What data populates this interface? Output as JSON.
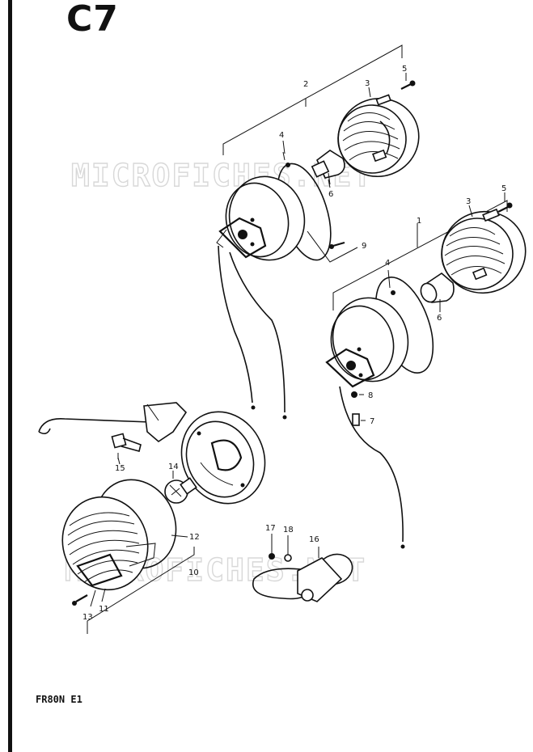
{
  "header": {
    "section_code": "C7"
  },
  "footer": {
    "model_code": "FR80N E1"
  },
  "watermark": {
    "text": "MICROFICHES.NET"
  },
  "parts": [
    {
      "ref": "1"
    },
    {
      "ref": "2"
    },
    {
      "ref": "3"
    },
    {
      "ref": "4"
    },
    {
      "ref": "5"
    },
    {
      "ref": "6"
    },
    {
      "ref": "7"
    },
    {
      "ref": "8"
    },
    {
      "ref": "9"
    },
    {
      "ref": "10"
    },
    {
      "ref": "11"
    },
    {
      "ref": "12"
    },
    {
      "ref": "13"
    },
    {
      "ref": "14"
    },
    {
      "ref": "15"
    },
    {
      "ref": "16"
    },
    {
      "ref": "17"
    },
    {
      "ref": "18"
    }
  ]
}
